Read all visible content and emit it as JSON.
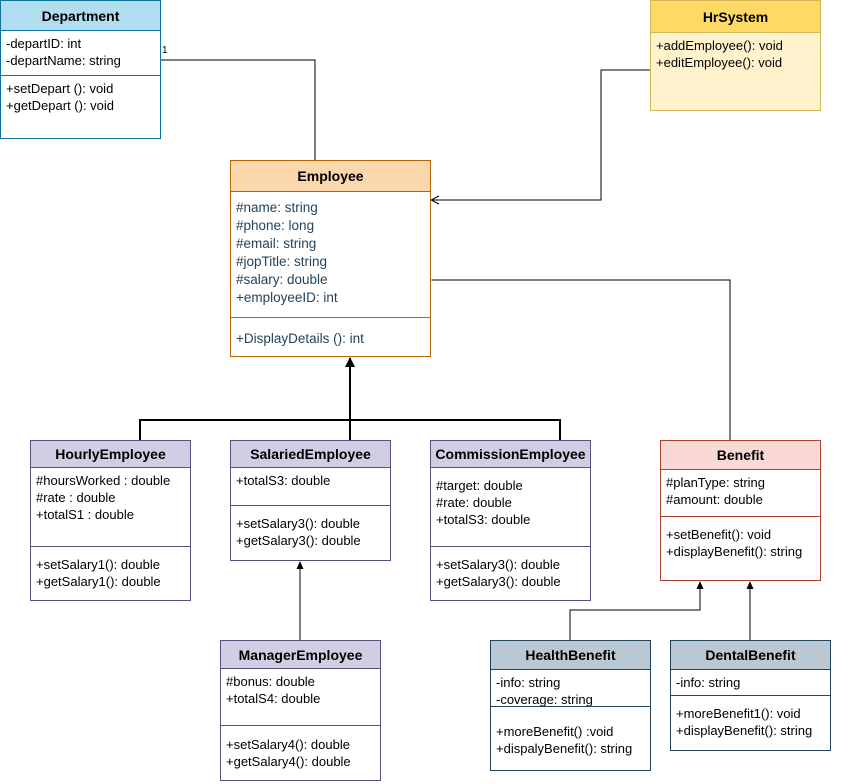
{
  "classes": {
    "department": {
      "name": "Department",
      "attributes": [
        "-departID: int",
        "-departName: string"
      ],
      "methods": [
        "+setDepart (): void",
        "+getDepart (): void"
      ],
      "colors": {
        "fill": "#b1ddf0",
        "stroke": "#10739e"
      }
    },
    "hrsystem": {
      "name": "HrSystem",
      "attributes": [
        "+addEmployee(): void",
        "+editEmployee(): void"
      ],
      "methods": [],
      "colors": {
        "fill": "#fff2cc",
        "stroke": "#d6b656",
        "headerFill": "#ffd966"
      }
    },
    "employee": {
      "name": "Employee",
      "attributes": [
        "#name: string",
        "#phone: long",
        "#email: string",
        "#jopTitle: string",
        "#salary: double",
        "+employeeID: int"
      ],
      "methods": [
        "+DisplayDetails (): int"
      ],
      "colors": {
        "fill": "#fad7ac",
        "stroke": "#b46504",
        "text": "#23445d"
      }
    },
    "hourly": {
      "name": "HourlyEmployee",
      "attributes": [
        "#hoursWorked : double",
        "#rate : double",
        "+totalS1 : double"
      ],
      "methods": [
        "+setSalary1(): double",
        "+getSalary1(): double"
      ],
      "colors": {
        "fill": "#d0cee2",
        "stroke": "#56517e"
      }
    },
    "salaried": {
      "name": "SalariedEmployee",
      "attributes": [
        "+totalS3: double"
      ],
      "methods": [
        "+setSalary3(): double",
        "+getSalary3(): double"
      ],
      "colors": {
        "fill": "#d0cee2",
        "stroke": "#56517e"
      }
    },
    "commission": {
      "name": "CommissionEmployee",
      "attributes": [
        "#target: double",
        "#rate: double",
        "+totalS3: double"
      ],
      "methods": [
        "+setSalary3(): double",
        "+getSalary3(): double"
      ],
      "colors": {
        "fill": "#d0cee2",
        "stroke": "#56517e"
      }
    },
    "benefit": {
      "name": "Benefit",
      "attributes": [
        "#planType: string",
        "#amount: double"
      ],
      "methods": [
        "+setBenefit(): void",
        "+displayBenefit(): string"
      ],
      "colors": {
        "fill": "#fad9d5",
        "stroke": "#ae4132"
      }
    },
    "manager": {
      "name": "ManagerEmployee",
      "attributes": [
        "#bonus: double",
        "+totalS4: double"
      ],
      "methods": [
        "+setSalary4(): double",
        "+getSalary4(): double"
      ],
      "colors": {
        "fill": "#d0cee2",
        "stroke": "#56517e"
      }
    },
    "health": {
      "name": "HealthBenefit",
      "attributes": [
        "-info: string",
        "-coverage: string"
      ],
      "methods": [
        "+moreBenefit() :void",
        "+dispalyBenefit(): string"
      ],
      "colors": {
        "fill": "#bac8d3",
        "stroke": "#23445d"
      }
    },
    "dental": {
      "name": "DentalBenefit",
      "attributes": [
        "-info: string"
      ],
      "methods": [
        "+moreBenefit1(): void",
        "+displayBenefit(): string"
      ],
      "colors": {
        "fill": "#bac8d3",
        "stroke": "#23445d"
      }
    }
  },
  "relations": {
    "department_employee": {
      "type": "aggregation",
      "multiplicity": "1"
    },
    "hrsystem_employee": {
      "type": "association"
    },
    "benefit_employee": {
      "type": "composition"
    },
    "employee_subclasses": {
      "type": "inheritance"
    },
    "manager_salaried": {
      "type": "inheritance"
    },
    "health_benefit": {
      "type": "inheritance"
    },
    "dental_benefit": {
      "type": "inheritance"
    }
  }
}
